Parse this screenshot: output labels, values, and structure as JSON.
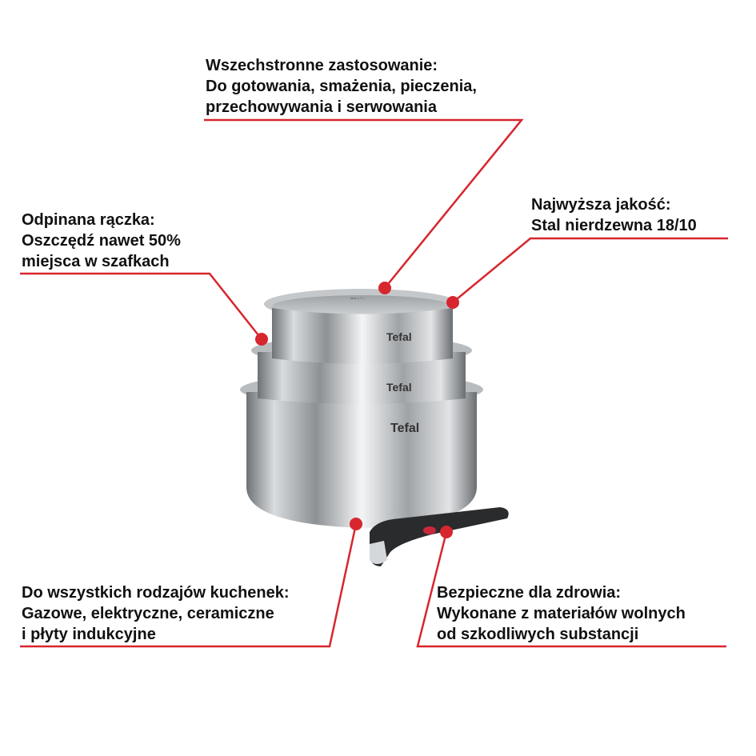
{
  "accent_color": "#d7262e",
  "product": {
    "brand_marks": [
      "Tefal",
      "Tefal",
      "Tefal"
    ],
    "capacity_mark": "Max 1,7 L"
  },
  "callouts": [
    {
      "title": "Wszechstronne zastosowanie:",
      "lines": [
        "Do gotowania, smażenia, pieczenia,",
        "przechowywania i serwowania"
      ]
    },
    {
      "title": "Najwyższa jakość:",
      "lines": [
        "Stal nierdzewna 18/10"
      ]
    },
    {
      "title": "Odpinana rączka:",
      "lines": [
        "Oszczędź nawet 50%",
        "miejsca w szafkach"
      ]
    },
    {
      "title": "Do wszystkich rodzajów kuchenek:",
      "lines": [
        "Gazowe, elektryczne, ceramiczne",
        "i płyty indukcyjne"
      ]
    },
    {
      "title": "Bezpieczne dla zdrowia:",
      "lines": [
        "Wykonane z materiałów wolnych",
        "od szkodliwych substancji"
      ]
    }
  ]
}
